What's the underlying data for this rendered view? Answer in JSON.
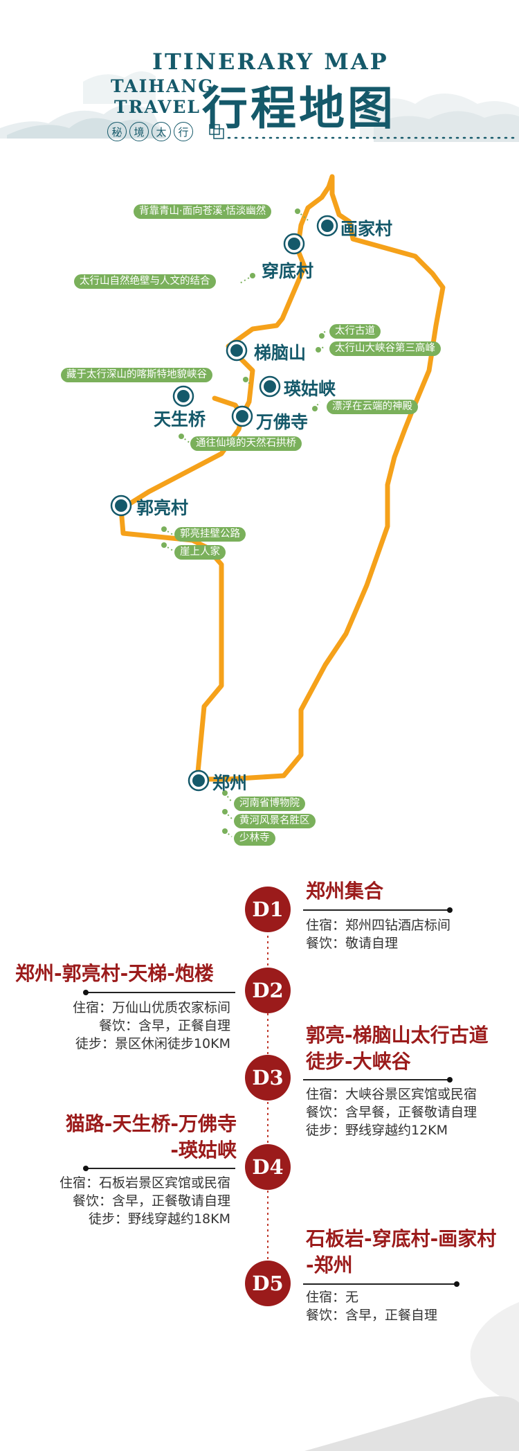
{
  "header": {
    "title_en_line1": "ITINERARY MAP",
    "title_en_line2a": "TAIHANG",
    "title_en_line2b": "TRAVEL",
    "title_cn": "行程地图",
    "seal_chars": [
      "秘",
      "境",
      "太",
      "行"
    ]
  },
  "map": {
    "route_color": "#f5a11a",
    "marker_color": "#15596a",
    "tag_color": "#7ab05b",
    "locations": {
      "huajia": "画家村",
      "chuandi": "穿底村",
      "tinao": "梯脑山",
      "yinggu": "瑛姑峡",
      "tiansheng": "天生桥",
      "wanfo": "万佛寺",
      "guoliang": "郭亮村",
      "zhengzhou": "郑州"
    },
    "tags": {
      "huajia": "背靠青山·面向苍溪·恬淡幽然",
      "chuandi": "太行山自然绝壁与人文的结合",
      "tinao_1": "太行古道",
      "tinao_2": "太行山大峡谷第三高峰",
      "yinggu": "藏于太行深山的喀斯特地貌峡谷",
      "wanfo": "漂浮在云端的神殿",
      "tiansheng": "通往仙境的天然石拱桥",
      "guoliang_1": "郭亮挂壁公路",
      "guoliang_2": "崖上人家",
      "zz_1": "河南省博物院",
      "zz_2": "黄河风景名胜区",
      "zz_3": "少林寺"
    }
  },
  "itinerary": {
    "accent_color": "#9b1b1b",
    "days": [
      {
        "badge": "D1",
        "title_lines": [
          "郑州集合"
        ],
        "details": [
          "住宿：郑州四钻酒店标间",
          "餐饮：敬请自理"
        ]
      },
      {
        "badge": "D2",
        "title_lines": [
          "郑州-郭亮村-天梯-炮楼"
        ],
        "details": [
          "住宿：万仙山优质农家标间",
          "餐饮：含早，正餐自理",
          "徒步：景区休闲徒步10KM"
        ]
      },
      {
        "badge": "D3",
        "title_lines": [
          "郭亮-梯脑山太行古道",
          "徒步-大峡谷"
        ],
        "details": [
          "住宿：大峡谷景区宾馆或民宿",
          "餐饮：含早餐，正餐敬请自理",
          "徒步：野线穿越约12KM"
        ]
      },
      {
        "badge": "D4",
        "title_lines": [
          "猫路-天生桥-万佛寺",
          "-瑛姑峡"
        ],
        "details": [
          "住宿：石板岩景区宾馆或民宿",
          "餐饮：含早，正餐敬请自理",
          "徒步：野线穿越约18KM"
        ]
      },
      {
        "badge": "D5",
        "title_lines": [
          "石板岩-穿底村-画家村",
          "-郑州"
        ],
        "details": [
          "住宿：无",
          "餐饮：含早，正餐自理"
        ]
      }
    ]
  }
}
